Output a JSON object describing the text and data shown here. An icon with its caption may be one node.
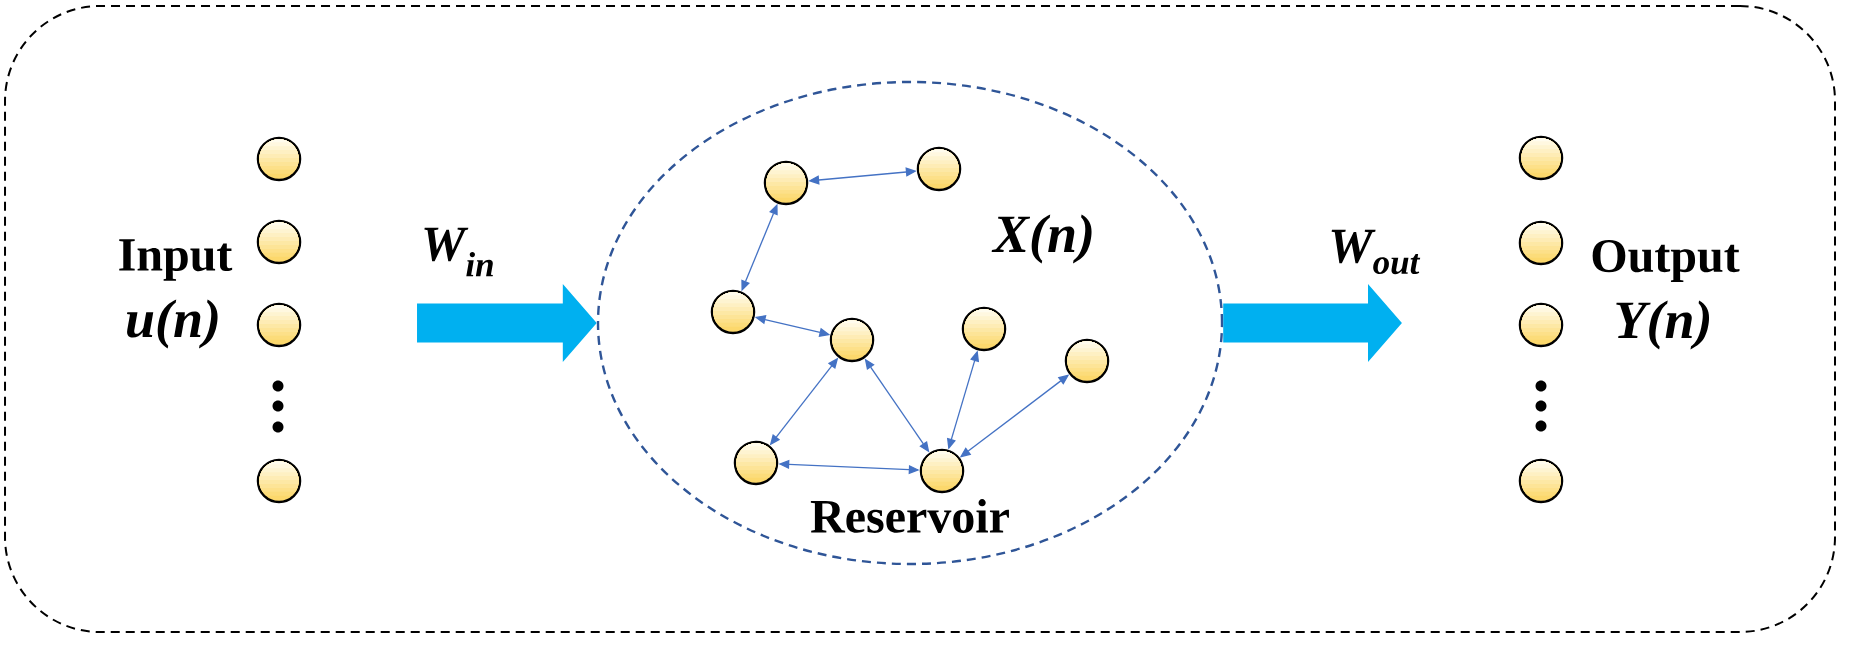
{
  "diagram": {
    "nodes": [
      {
        "text": [],
        "shape": "box"
      },
      {
        "text": [],
        "shape": "circle",
        "in": 0
      },
      {
        "text": [],
        "shape": "circle",
        "in": 0
      },
      {
        "text": [],
        "shape": "circle",
        "in": 0
      },
      {
        "text": [],
        "shape": "circle",
        "in": 0
      },
      {
        "text": [
          "X(n)",
          "Reservoir"
        ],
        "in": 0
      },
      {
        "text": [],
        "shape": "circle",
        "in": 5
      },
      {
        "text": [],
        "shape": "circle",
        "in": 5
      },
      {
        "text": [],
        "shape": "circle",
        "in": 5
      },
      {
        "text": [],
        "shape": "circle",
        "in": 5
      },
      {
        "text": [],
        "shape": "circle",
        "in": 5
      },
      {
        "text": [],
        "shape": "circle",
        "in": 5
      },
      {
        "text": [],
        "shape": "circle",
        "in": 5
      },
      {
        "text": [],
        "shape": "circle",
        "in": 5
      },
      {
        "text": [],
        "shape": "circle",
        "in": 0
      },
      {
        "text": [],
        "shape": "circle",
        "in": 0
      },
      {
        "text": [],
        "shape": "circle",
        "in": 0
      },
      {
        "text": [],
        "shape": "circle",
        "in": 0
      }
    ],
    "edges": [
      {
        "from": null,
        "to": 5,
        "arrow": "to",
        "label": "W$_{in}$",
        "style": "thick",
        "color": "#00b0f0"
      },
      {
        "from": 6,
        "to": 7,
        "arrow": "both"
      },
      {
        "from": 6,
        "to": 8,
        "arrow": "both"
      },
      {
        "from": 8,
        "to": 9,
        "arrow": "both"
      },
      {
        "from": 9,
        "to": 12,
        "arrow": "both"
      },
      {
        "from": 9,
        "to": 13,
        "arrow": "both"
      },
      {
        "from": 12,
        "to": 13,
        "arrow": "both"
      },
      {
        "from": 10,
        "to": 13,
        "arrow": "both"
      },
      {
        "from": 11,
        "to": 13,
        "arrow": "both"
      },
      {
        "from": 5,
        "to": null,
        "arrow": "to",
        "label": "W$_{out}$",
        "style": "thick",
        "color": "#00b0f0"
      }
    ],
    "labels": [
      "Input",
      "u(n)",
      "Output",
      "Y(n)"
    ]
  }
}
